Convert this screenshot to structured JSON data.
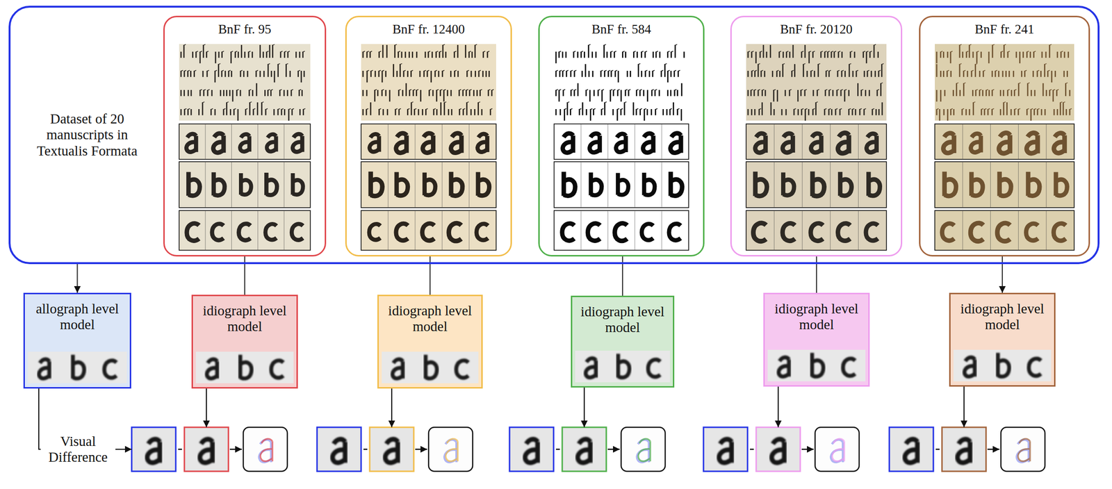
{
  "diagram": {
    "nodes": [
      {
        "text": [
          "Dataset of 20 manuscripts in Textualis Formata"
        ]
      },
      {
        "text": [
          "BnF fr. 95"
        ],
        "in": 0
      },
      {
        "text": [
          "BnF fr. 12400"
        ],
        "in": 0
      },
      {
        "text": [
          "BnF fr. 584"
        ],
        "in": 0
      },
      {
        "text": [
          "BnF fr. 20120"
        ],
        "in": 0
      },
      {
        "text": [
          "BnF fr. 241"
        ],
        "in": 0
      },
      {
        "text": [
          "allograph level model"
        ]
      },
      {
        "text": [
          "idiograph level model"
        ]
      },
      {
        "text": [
          "idiograph level model"
        ]
      },
      {
        "text": [
          "idiograph level model"
        ]
      },
      {
        "text": [
          "idiograph level model"
        ]
      },
      {
        "text": [
          "idiograph level model"
        ]
      }
    ],
    "edges": [
      {
        "from": 0,
        "to": 6,
        "arrow": "to"
      },
      {
        "from": 1,
        "to": 7,
        "arrow": "none"
      },
      {
        "from": 2,
        "to": 8,
        "arrow": "none"
      },
      {
        "from": 3,
        "to": 9,
        "arrow": "none"
      },
      {
        "from": 4,
        "to": 10,
        "arrow": "none"
      },
      {
        "from": 5,
        "to": 11,
        "arrow": "to"
      }
    ],
    "labels": [
      "Visual Difference"
    ]
  }
}
